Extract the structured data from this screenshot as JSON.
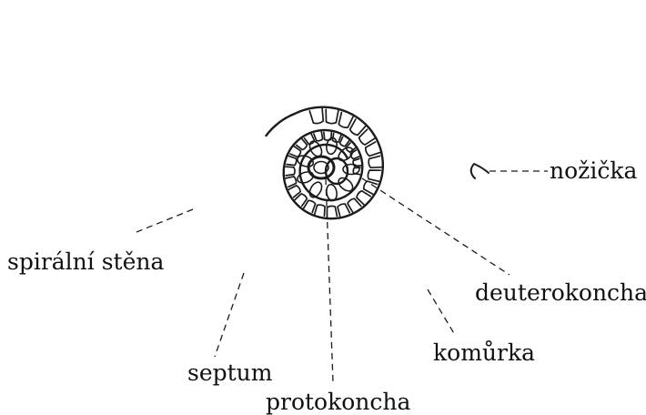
{
  "labels": {
    "nozicka": "nožička",
    "spiralni_stena": "spirální stěna",
    "deuterokoncha": "deuterokoncha",
    "septum": "septum",
    "komurka": "komůrka",
    "protokoncha": "protokoncha"
  },
  "colors": {
    "ink": "#1b1b1b",
    "background": "#ffffff"
  }
}
